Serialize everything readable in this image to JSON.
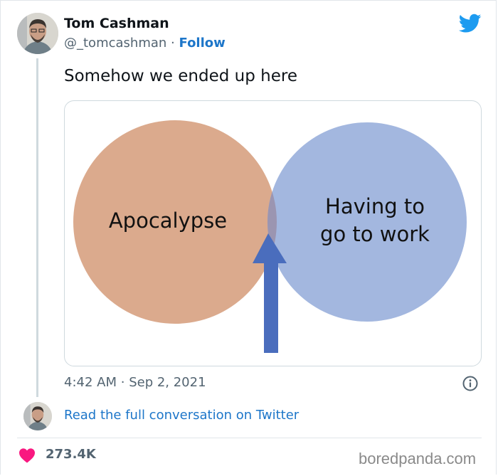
{
  "tweet": {
    "author_name": "Tom Cashman",
    "handle": "@_tomcashman",
    "separator": "·",
    "follow_label": "Follow",
    "text": "Somehow we ended up here",
    "time": "4:42 AM",
    "date": "Sep 2, 2021",
    "read_more": "Read the full conversation on Twitter",
    "likes": "273.4K"
  },
  "diagram": {
    "left_label": "Apocalypse",
    "right_label_line1": "Having to",
    "right_label_line2": "go to work",
    "colors": {
      "left_circle": "#dbaa8d",
      "right_circle": "#a3b7df",
      "overlap": "#9b95b1",
      "arrow": "#4a6dbd"
    }
  },
  "watermark": "boredpanda.com",
  "colors": {
    "link": "#1d76c9",
    "twitter_blue": "#1d9bf0",
    "heart": "#f91880"
  },
  "icons": [
    "twitter-bird-icon",
    "info-icon",
    "heart-icon"
  ]
}
